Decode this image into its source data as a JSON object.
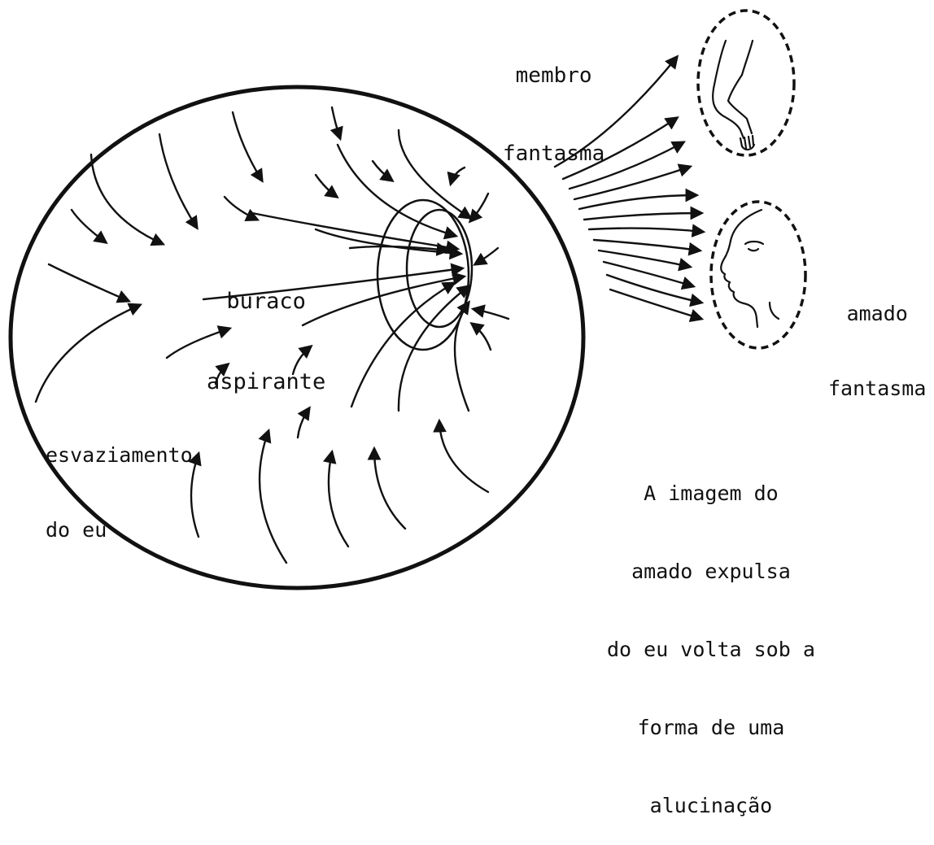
{
  "labels": {
    "membro": [
      "membro",
      "fantasma"
    ],
    "buraco": [
      "buraco",
      "aspirante"
    ],
    "amado": [
      "amado",
      "fantasma"
    ],
    "esvaziamento": [
      "esvaziamento",
      "do eu"
    ],
    "caption": [
      "A imagem do",
      "amado expulsa",
      "do eu volta sob a",
      "forma de uma",
      "alucinação"
    ]
  },
  "colors": {
    "ink": "#111111",
    "background": "#ffffff"
  },
  "icons": [
    "arm-icon",
    "face-profile-icon"
  ]
}
